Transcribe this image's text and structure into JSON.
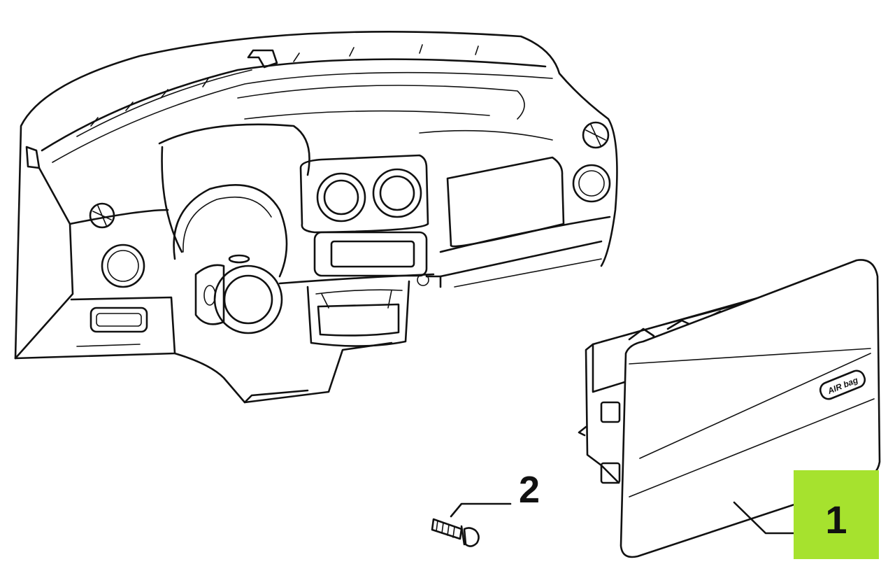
{
  "callouts": [
    {
      "number": "1",
      "highlight_color": "#a6e22e"
    },
    {
      "number": "2"
    }
  ],
  "airbag_badge_text": "AIR bag",
  "colors": {
    "line": "#111111",
    "background": "#ffffff",
    "highlight": "#a6e22e"
  }
}
